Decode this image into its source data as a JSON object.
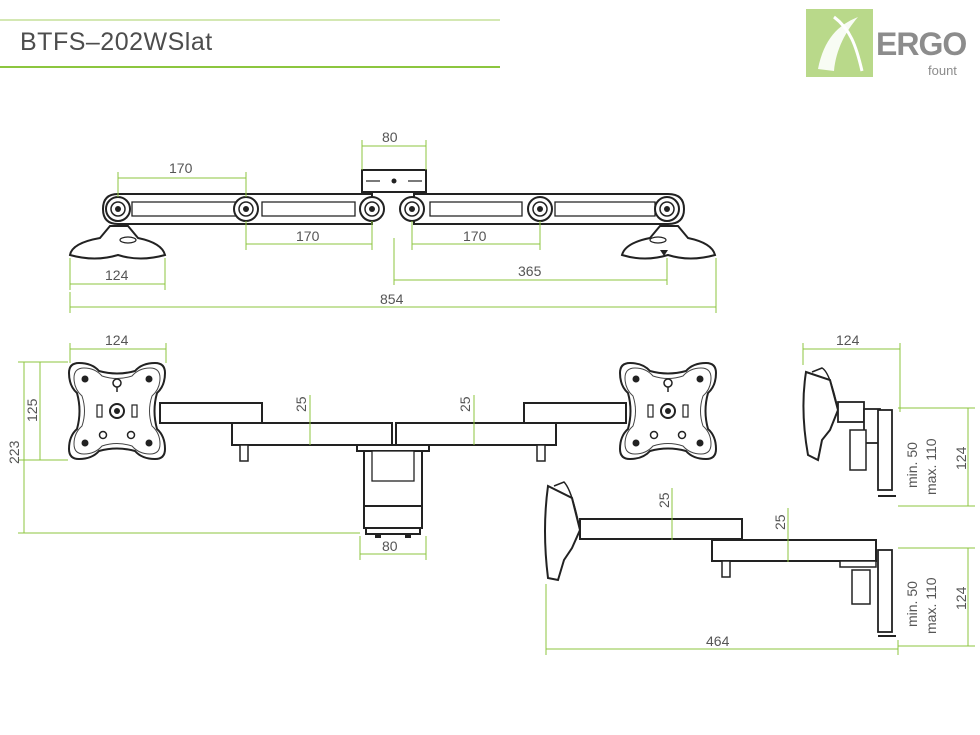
{
  "header": {
    "title": "BTFS–202WSlat",
    "logo_word": "ERGO",
    "logo_sub": "fount"
  },
  "colors": {
    "accent_green": "#8cc63f",
    "logo_tile": "#b9d98a",
    "line": "#333333",
    "text": "#4d4d4d"
  },
  "top_view": {
    "dims": {
      "a": "80",
      "b": "170",
      "c": "170",
      "d": "170",
      "e": "124",
      "f": "365",
      "g": "854"
    }
  },
  "front_view": {
    "dims": {
      "width": "124",
      "height_outer": "223",
      "height_inner": "125",
      "arm_left": "25",
      "arm_right": "25",
      "clamp": "80"
    }
  },
  "side_view_short": {
    "dims": {
      "width": "124",
      "min": "min. 50",
      "max": "max. 110",
      "height": "124"
    }
  },
  "side_view_long": {
    "dims": {
      "arm1": "25",
      "arm2": "25",
      "length": "464",
      "min": "min. 50",
      "max": "max. 110",
      "height": "124"
    }
  }
}
